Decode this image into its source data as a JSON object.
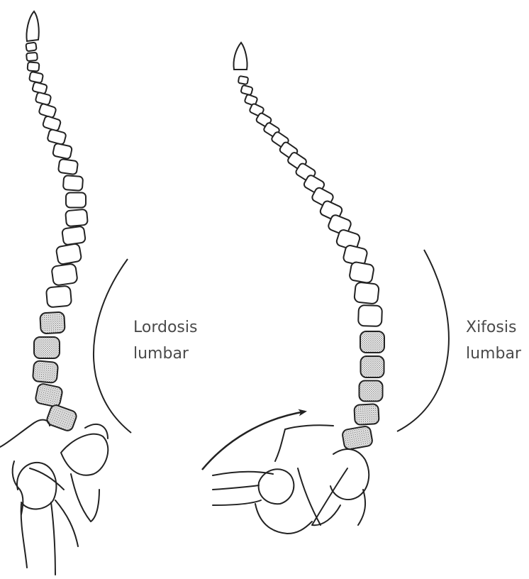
{
  "diagram": {
    "left_spine": {
      "label_line1": "Lordosis",
      "label_line2": "lumbar"
    },
    "right_spine": {
      "label_line1": "Xifosis",
      "label_line2": "lumbar"
    },
    "colors": {
      "stroke": "#222222",
      "lumbar_fill": "#c9c9c9",
      "background": "#ffffff",
      "label": "#4a4a4a"
    }
  }
}
